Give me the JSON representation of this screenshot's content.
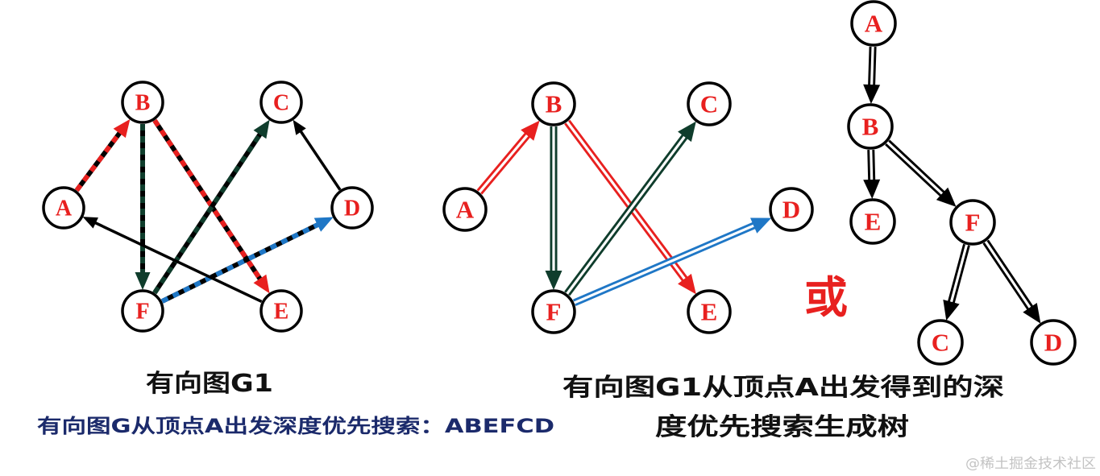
{
  "colors": {
    "node_label": "#e8201f",
    "node_stroke": "#000000",
    "node_fill": "#ffffff",
    "traversal_red": "#e8201f",
    "traversal_green": "#0f3d2c",
    "traversal_blue": "#1f77c6",
    "plain_edge": "#000000",
    "caption": "#111111",
    "dfs_text": "#1b2a6b",
    "or_label": "#e8201f",
    "watermark": "#c3c3c3"
  },
  "graph_g1": {
    "caption": "有向图G1",
    "nodes": [
      "A",
      "B",
      "C",
      "D",
      "E",
      "F"
    ],
    "edges": [
      {
        "from": "A",
        "to": "B",
        "color": "#e8201f"
      },
      {
        "from": "B",
        "to": "F",
        "color": "#0f3d2c"
      },
      {
        "from": "B",
        "to": "E",
        "color": "#e8201f"
      },
      {
        "from": "F",
        "to": "C",
        "color": "#0f3d2c"
      },
      {
        "from": "F",
        "to": "D",
        "color": "#1f77c6"
      },
      {
        "from": "D",
        "to": "C",
        "color": "#000000"
      },
      {
        "from": "E",
        "to": "A",
        "color": "#000000"
      }
    ]
  },
  "dfs_order": "有向图G从顶点A出发深度优先搜索：ABEFCD",
  "spanning_tree": {
    "caption_line1": "有向图G1从顶点A出发得到的深",
    "caption_line2": "度优先搜索生成树",
    "nodes": [
      "A",
      "B",
      "C",
      "D",
      "E",
      "F"
    ],
    "edges": [
      {
        "from": "A",
        "to": "B",
        "color": "#e8201f"
      },
      {
        "from": "B",
        "to": "F",
        "color": "#0f3d2c"
      },
      {
        "from": "B",
        "to": "E",
        "color": "#e8201f"
      },
      {
        "from": "F",
        "to": "C",
        "color": "#0f3d2c"
      },
      {
        "from": "F",
        "to": "D",
        "color": "#1f77c6"
      }
    ]
  },
  "or_label": "或",
  "alternate_tree": {
    "nodes": [
      "A",
      "B",
      "E",
      "F",
      "C",
      "D"
    ],
    "edges": [
      {
        "from": "A",
        "to": "B",
        "color": "#000000"
      },
      {
        "from": "B",
        "to": "E",
        "color": "#000000"
      },
      {
        "from": "B",
        "to": "F",
        "color": "#000000"
      },
      {
        "from": "F",
        "to": "C",
        "color": "#000000"
      },
      {
        "from": "F",
        "to": "D",
        "color": "#000000"
      }
    ]
  },
  "watermark": "@稀土掘金技术社区"
}
